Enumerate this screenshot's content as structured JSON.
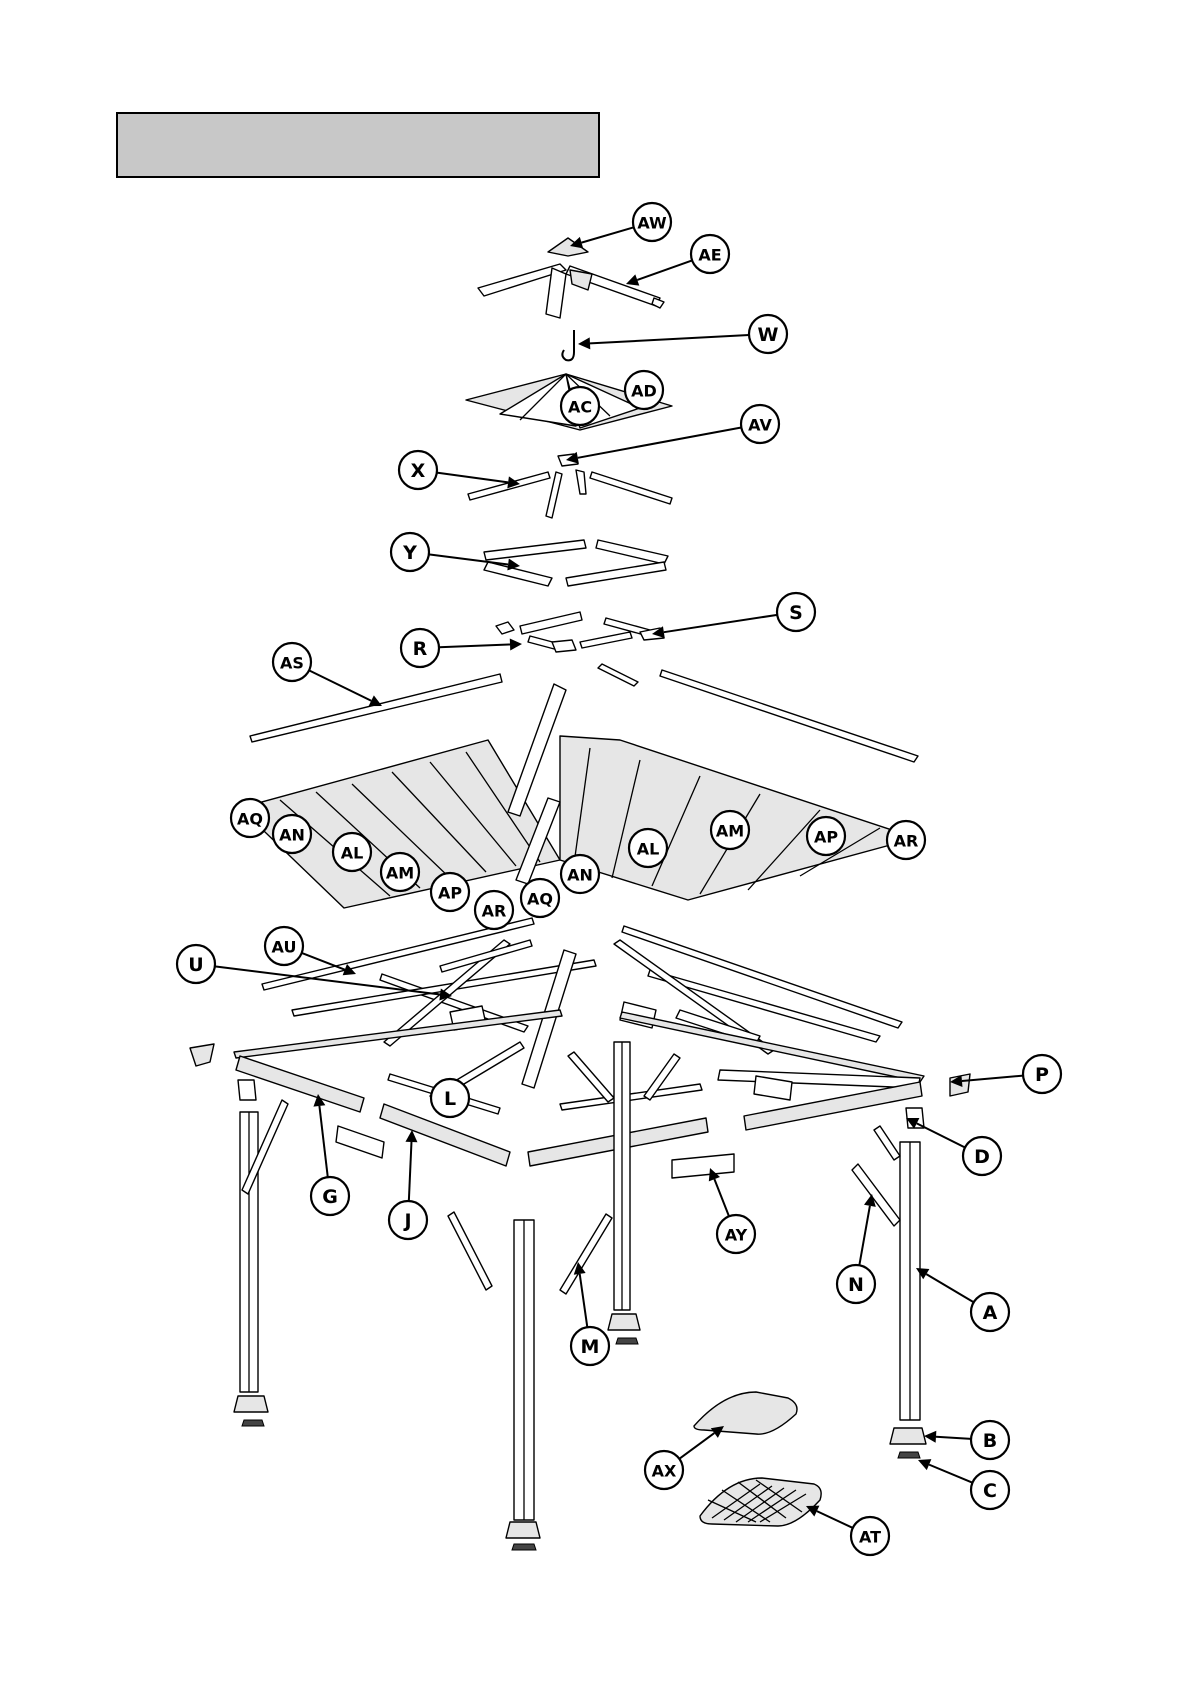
{
  "diagram": {
    "header_box_text": "",
    "labels": [
      {
        "id": "aw",
        "text": "AW"
      },
      {
        "id": "ae",
        "text": "AE"
      },
      {
        "id": "w",
        "text": "W"
      },
      {
        "id": "ad",
        "text": "AD"
      },
      {
        "id": "ac",
        "text": "AC"
      },
      {
        "id": "av",
        "text": "AV"
      },
      {
        "id": "x",
        "text": "X"
      },
      {
        "id": "y",
        "text": "Y"
      },
      {
        "id": "s",
        "text": "S"
      },
      {
        "id": "r",
        "text": "R"
      },
      {
        "id": "as",
        "text": "AS"
      },
      {
        "id": "aq1",
        "text": "AQ"
      },
      {
        "id": "an1",
        "text": "AN"
      },
      {
        "id": "al1",
        "text": "AL"
      },
      {
        "id": "am1",
        "text": "AM"
      },
      {
        "id": "ap1",
        "text": "AP"
      },
      {
        "id": "ar1",
        "text": "AR"
      },
      {
        "id": "aq2",
        "text": "AQ"
      },
      {
        "id": "an2",
        "text": "AN"
      },
      {
        "id": "al2",
        "text": "AL"
      },
      {
        "id": "am2",
        "text": "AM"
      },
      {
        "id": "ap2",
        "text": "AP"
      },
      {
        "id": "ar2",
        "text": "AR"
      },
      {
        "id": "au",
        "text": "AU"
      },
      {
        "id": "u",
        "text": "U"
      },
      {
        "id": "p",
        "text": "P"
      },
      {
        "id": "l",
        "text": "L"
      },
      {
        "id": "d",
        "text": "D"
      },
      {
        "id": "g",
        "text": "G"
      },
      {
        "id": "j",
        "text": "J"
      },
      {
        "id": "ay",
        "text": "AY"
      },
      {
        "id": "n",
        "text": "N"
      },
      {
        "id": "a",
        "text": "A"
      },
      {
        "id": "m",
        "text": "M"
      },
      {
        "id": "b",
        "text": "B"
      },
      {
        "id": "ax",
        "text": "AX"
      },
      {
        "id": "c",
        "text": "C"
      },
      {
        "id": "at",
        "text": "AT"
      }
    ]
  }
}
